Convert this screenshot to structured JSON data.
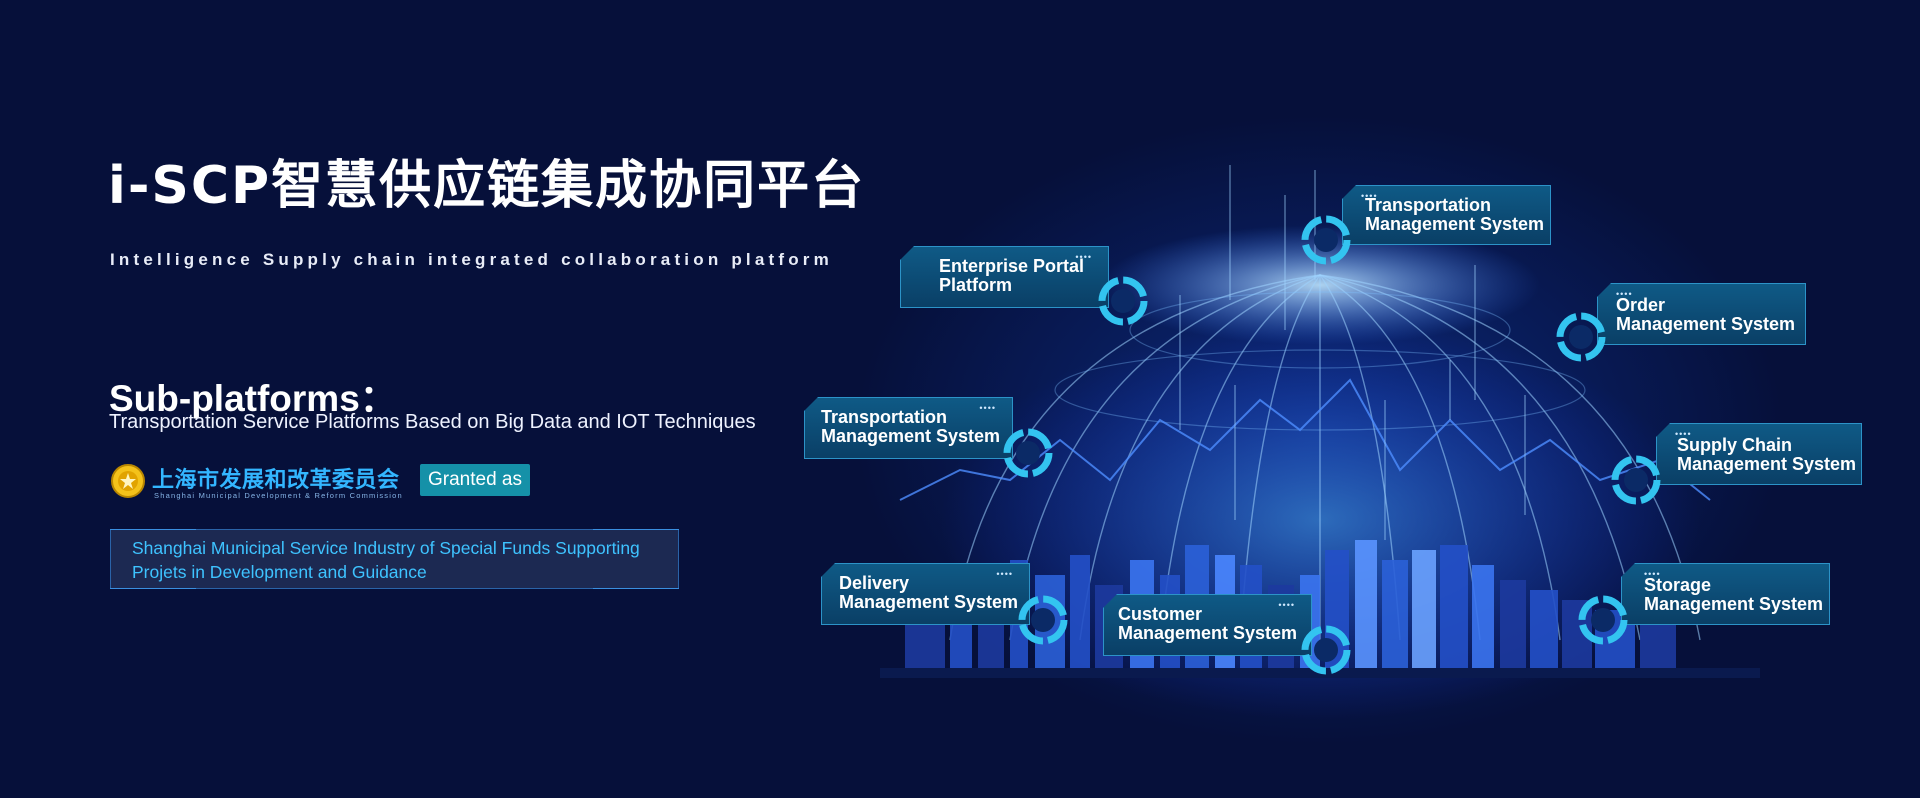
{
  "hero": {
    "title": "i-SCP智慧供应链集成协同平台",
    "subtitle": "Intelligence Supply chain integrated collaboration platform"
  },
  "subplatforms": {
    "heading": "Sub-platforms：",
    "description": "Transportation Service Platforms Based on Big Data and IOT Techniques"
  },
  "organization": {
    "name_cn": "上海市发展和改革委员会",
    "name_en": "Shanghai Municipal Development & Reform Commission",
    "granted_label": "Granted as",
    "logo_icon": "emblem-icon"
  },
  "fund": {
    "line1": "Shanghai Municipal Service Industry of Special Funds Supporting",
    "line2": "Projets in Development and Guidance"
  },
  "nodes": [
    {
      "id": "tms-top",
      "line1": "Transportation",
      "line2": "Management System"
    },
    {
      "id": "enterprise-portal",
      "line1": "Enterprise Portal",
      "line2": "Platform"
    },
    {
      "id": "order",
      "line1": "Order",
      "line2": "Management System"
    },
    {
      "id": "tms-left",
      "line1": "Transportation",
      "line2": "Management System"
    },
    {
      "id": "supply-chain",
      "line1": "Supply Chain",
      "line2": "Management System"
    },
    {
      "id": "delivery",
      "line1": "Delivery",
      "line2": "Management System"
    },
    {
      "id": "customer",
      "line1": "Customer",
      "line2": "Management System"
    },
    {
      "id": "storage",
      "line1": "Storage",
      "line2": "Management System"
    }
  ],
  "node_dots": "••••",
  "colors": {
    "background": "#06103a",
    "accent_cyan": "#33c4f0",
    "node_fill": "#0f5a86",
    "granted_badge": "#1591a8",
    "fund_text": "#3ec3ff"
  }
}
